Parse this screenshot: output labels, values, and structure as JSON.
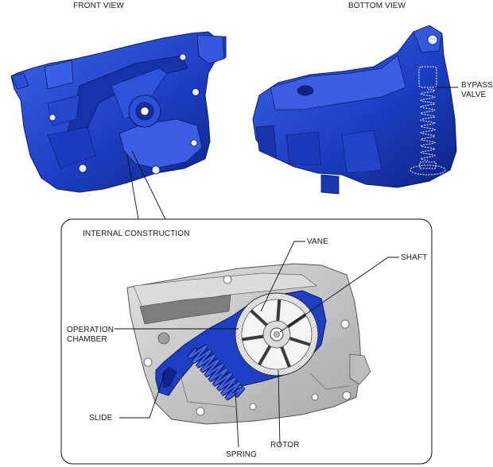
{
  "diagram": {
    "views": {
      "front": "FRONT VIEW",
      "bottom": "BOTTOM VIEW"
    },
    "inset_title": "INTERNAL CONSTRUCTION",
    "callouts": {
      "bypass_valve": [
        "BYPASS",
        "VALVE"
      ],
      "vane": "VANE",
      "shaft": "SHAFT",
      "operation_chamber": [
        "OPERATION",
        "CHAMBER"
      ],
      "slide": "SLIDE",
      "spring": "SPRING",
      "rotor": "ROTOR"
    },
    "colors": {
      "part_blue": "#1d3fc4",
      "part_blue_dark": "#0c2180",
      "part_blue_light": "#3f63e6",
      "housing_grey": "#c9c9c9",
      "housing_grey_dark": "#8f8f8f",
      "line": "#111111"
    }
  }
}
